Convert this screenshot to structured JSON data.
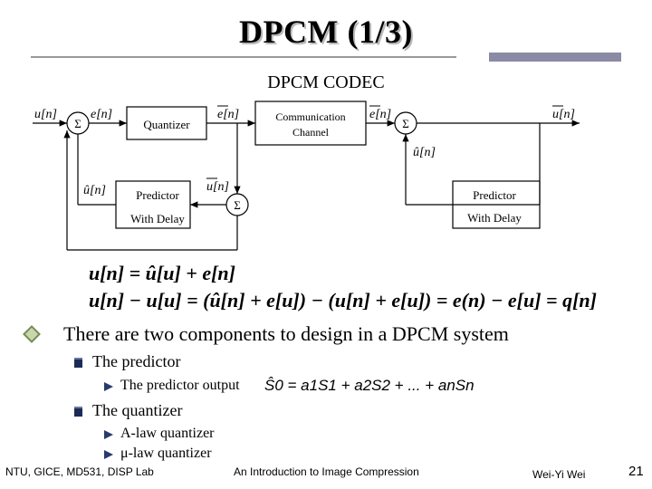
{
  "slide": {
    "title": "DPCM (1/3)",
    "diagram_title": "DPCM CODEC"
  },
  "diagram": {
    "quantizer": "Quantizer",
    "channel_line1": "Communication",
    "channel_line2": "Channel",
    "enc_predictor_line1": "Predictor",
    "enc_predictor_line2": "With Delay",
    "dec_predictor_line1": "Predictor",
    "dec_predictor_line2": "With Delay",
    "sum_symbol": "Σ",
    "lbl_u": "u[n]",
    "lbl_e": "e[n]",
    "lbl_ebar_q": "e[n]",
    "lbl_ebar_r": "e[n]",
    "lbl_ubar_out": "u[n]",
    "lbl_uhat_enc": "û[n]",
    "lbl_ubar_enc": "u[n]",
    "lbl_uhat_dec": "û[n]"
  },
  "equations": {
    "eq1": "u[n] = û[u] + e[n]",
    "eq2": "u[n] − u[u] = (û[n] + e[u]) − (u[n] + e[u]) = e(n) − e[u] = q[n]"
  },
  "bullets": {
    "main": "There are two components to design in a DPCM system",
    "predictor": "The predictor",
    "predictor_output": "The predictor output",
    "formula": "Ŝ0 = a1S1 + a2S2 + ... + anSn",
    "quantizer": "The quantizer",
    "a_law": "A-law quantizer",
    "mu_law": "μ-law quantizer"
  },
  "footer": {
    "left": "NTU, GICE, MD531, DISP Lab",
    "center": "An Introduction to Image Compression",
    "author": "Wei-Yi Wei",
    "page": "21"
  }
}
